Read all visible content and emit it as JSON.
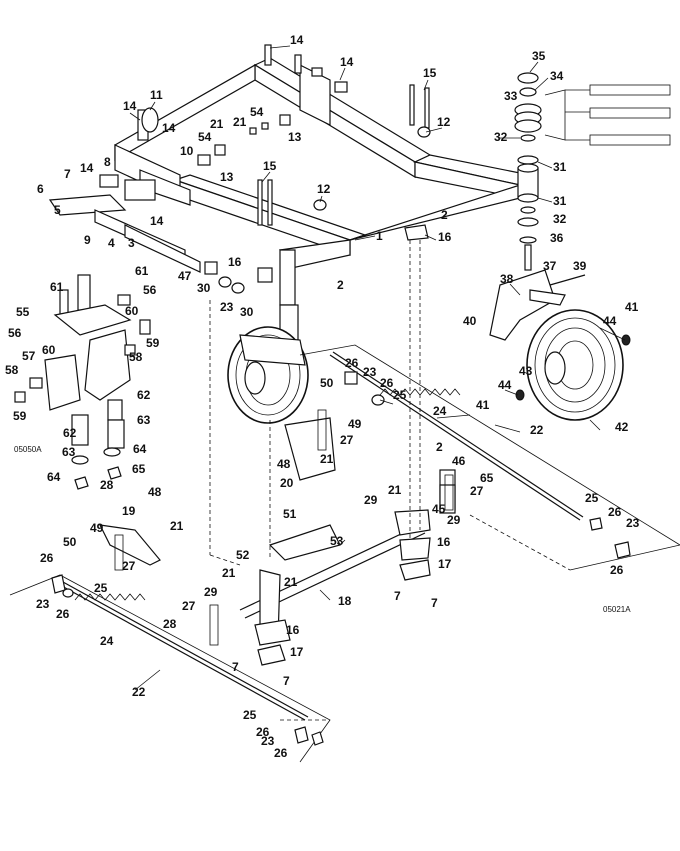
{
  "diagram_codes": {
    "left_detail": "05050A",
    "main": "05021A"
  },
  "callouts": [
    {
      "id": "c14a",
      "text": "14"
    },
    {
      "id": "c14b",
      "text": "14"
    },
    {
      "id": "c15a",
      "text": "15"
    },
    {
      "id": "c35",
      "text": "35"
    },
    {
      "id": "c34",
      "text": "34"
    },
    {
      "id": "c33",
      "text": "33"
    },
    {
      "id": "c11",
      "text": "11"
    },
    {
      "id": "c14c",
      "text": "14"
    },
    {
      "id": "c14d",
      "text": "14"
    },
    {
      "id": "c21a",
      "text": "21"
    },
    {
      "id": "c21b",
      "text": "21"
    },
    {
      "id": "c54a",
      "text": "54"
    },
    {
      "id": "c54b",
      "text": "54"
    },
    {
      "id": "c13a",
      "text": "13"
    },
    {
      "id": "c12a",
      "text": "12"
    },
    {
      "id": "c32a",
      "text": "32"
    },
    {
      "id": "c10",
      "text": "10"
    },
    {
      "id": "c13b",
      "text": "13"
    },
    {
      "id": "c31a",
      "text": "31"
    },
    {
      "id": "c7a",
      "text": "7"
    },
    {
      "id": "c14e",
      "text": "14"
    },
    {
      "id": "c8",
      "text": "8"
    },
    {
      "id": "c15b",
      "text": "15"
    },
    {
      "id": "c12b",
      "text": "12"
    },
    {
      "id": "c31b",
      "text": "31"
    },
    {
      "id": "c6",
      "text": "6"
    },
    {
      "id": "c5",
      "text": "5"
    },
    {
      "id": "c14f",
      "text": "14"
    },
    {
      "id": "c2a",
      "text": "2"
    },
    {
      "id": "c32b",
      "text": "32"
    },
    {
      "id": "c9",
      "text": "9"
    },
    {
      "id": "c4",
      "text": "4"
    },
    {
      "id": "c3",
      "text": "3"
    },
    {
      "id": "c1",
      "text": "1"
    },
    {
      "id": "c16a",
      "text": "16"
    },
    {
      "id": "c36",
      "text": "36"
    },
    {
      "id": "c37",
      "text": "37"
    },
    {
      "id": "c47",
      "text": "47"
    },
    {
      "id": "c16b",
      "text": "16"
    },
    {
      "id": "c61a",
      "text": "61"
    },
    {
      "id": "c61b",
      "text": "61"
    },
    {
      "id": "c30a",
      "text": "30"
    },
    {
      "id": "c38",
      "text": "38"
    },
    {
      "id": "c39",
      "text": "39"
    },
    {
      "id": "c56a",
      "text": "56"
    },
    {
      "id": "c2b",
      "text": "2"
    },
    {
      "id": "c55",
      "text": "55"
    },
    {
      "id": "c23a",
      "text": "23"
    },
    {
      "id": "c30b",
      "text": "30"
    },
    {
      "id": "c41a",
      "text": "41"
    },
    {
      "id": "c56b",
      "text": "56"
    },
    {
      "id": "c60a",
      "text": "60"
    },
    {
      "id": "c40",
      "text": "40"
    },
    {
      "id": "c44a",
      "text": "44"
    },
    {
      "id": "c60b",
      "text": "60"
    },
    {
      "id": "c58a",
      "text": "58"
    },
    {
      "id": "c57",
      "text": "57"
    },
    {
      "id": "c59",
      "text": "59"
    },
    {
      "id": "c58b",
      "text": "58"
    },
    {
      "id": "c26a",
      "text": "26"
    },
    {
      "id": "c23b",
      "text": "23"
    },
    {
      "id": "c43",
      "text": "43"
    },
    {
      "id": "c50a",
      "text": "50"
    },
    {
      "id": "c26b",
      "text": "26"
    },
    {
      "id": "c44b",
      "text": "44"
    },
    {
      "id": "c62a",
      "text": "62"
    },
    {
      "id": "c59b",
      "text": "59"
    },
    {
      "id": "c25a",
      "text": "25"
    },
    {
      "id": "c41b",
      "text": "41"
    },
    {
      "id": "c63a",
      "text": "63"
    },
    {
      "id": "c62b",
      "text": "62"
    },
    {
      "id": "c49a",
      "text": "49"
    },
    {
      "id": "c24a",
      "text": "24"
    },
    {
      "id": "c42",
      "text": "42"
    },
    {
      "id": "c27a",
      "text": "27"
    },
    {
      "id": "c22a",
      "text": "22"
    },
    {
      "id": "c63b",
      "text": "63"
    },
    {
      "id": "c64a",
      "text": "64"
    },
    {
      "id": "c2c",
      "text": "2"
    },
    {
      "id": "c48a",
      "text": "48"
    },
    {
      "id": "c21c",
      "text": "21"
    },
    {
      "id": "c46",
      "text": "46"
    },
    {
      "id": "c65a",
      "text": "65"
    },
    {
      "id": "c64b",
      "text": "64"
    },
    {
      "id": "c28a",
      "text": "28"
    },
    {
      "id": "c65b",
      "text": "65"
    },
    {
      "id": "c20",
      "text": "20"
    },
    {
      "id": "c27b",
      "text": "27"
    },
    {
      "id": "c21d",
      "text": "21"
    },
    {
      "id": "c48b",
      "text": "48"
    },
    {
      "id": "c29a",
      "text": "29"
    },
    {
      "id": "c45",
      "text": "45"
    },
    {
      "id": "c29b",
      "text": "29"
    },
    {
      "id": "c25b",
      "text": "25"
    },
    {
      "id": "c26c",
      "text": "26"
    },
    {
      "id": "c19",
      "text": "19"
    },
    {
      "id": "c21e",
      "text": "21"
    },
    {
      "id": "c23c",
      "text": "23"
    },
    {
      "id": "c51",
      "text": "51"
    },
    {
      "id": "c49b",
      "text": "49"
    },
    {
      "id": "c53",
      "text": "53"
    },
    {
      "id": "c16c",
      "text": "16"
    },
    {
      "id": "c50b",
      "text": "50"
    },
    {
      "id": "c27c",
      "text": "27"
    },
    {
      "id": "c26d",
      "text": "26"
    },
    {
      "id": "c52",
      "text": "52"
    },
    {
      "id": "c17a",
      "text": "17"
    },
    {
      "id": "c26e",
      "text": "26"
    },
    {
      "id": "c25c",
      "text": "25"
    },
    {
      "id": "c21f",
      "text": "21"
    },
    {
      "id": "c21g",
      "text": "21"
    },
    {
      "id": "c7b",
      "text": "7"
    },
    {
      "id": "c7c",
      "text": "7"
    },
    {
      "id": "c23d",
      "text": "23"
    },
    {
      "id": "c29c",
      "text": "29"
    },
    {
      "id": "c18",
      "text": "18"
    },
    {
      "id": "c26f",
      "text": "26"
    },
    {
      "id": "c27d",
      "text": "27"
    },
    {
      "id": "c28b",
      "text": "28"
    },
    {
      "id": "c16d",
      "text": "16"
    },
    {
      "id": "c24b",
      "text": "24"
    },
    {
      "id": "c17b",
      "text": "17"
    },
    {
      "id": "c7d",
      "text": "7"
    },
    {
      "id": "c7e",
      "text": "7"
    },
    {
      "id": "c22b",
      "text": "22"
    },
    {
      "id": "c25d",
      "text": "25"
    },
    {
      "id": "c26g",
      "text": "26"
    },
    {
      "id": "c23e",
      "text": "23"
    },
    {
      "id": "c26h",
      "text": "26"
    }
  ]
}
